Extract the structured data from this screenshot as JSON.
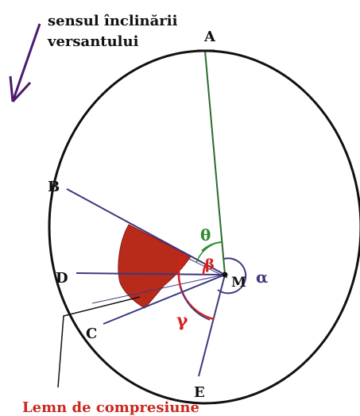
{
  "slope_direction_label": {
    "line1": "sensul înclinării",
    "line2": "versantului"
  },
  "points": {
    "A": "A",
    "B": "B",
    "C": "C",
    "D": "D",
    "E": "E",
    "M": "M"
  },
  "angles": {
    "theta": "θ",
    "beta": "β",
    "gamma": "γ",
    "alpha": "α"
  },
  "compression_wood_label": "Lemn de compresiune",
  "colors": {
    "ink": "#111111",
    "slope_arrow": "#4b1a6e",
    "radius_lines": "#3d3880",
    "line_MA": "#2e6b2e",
    "theta_arc": "#2e8b2e",
    "red": "#d8201c",
    "compression_wood_fill": "#b82a1a",
    "caption": "#c8281e"
  }
}
